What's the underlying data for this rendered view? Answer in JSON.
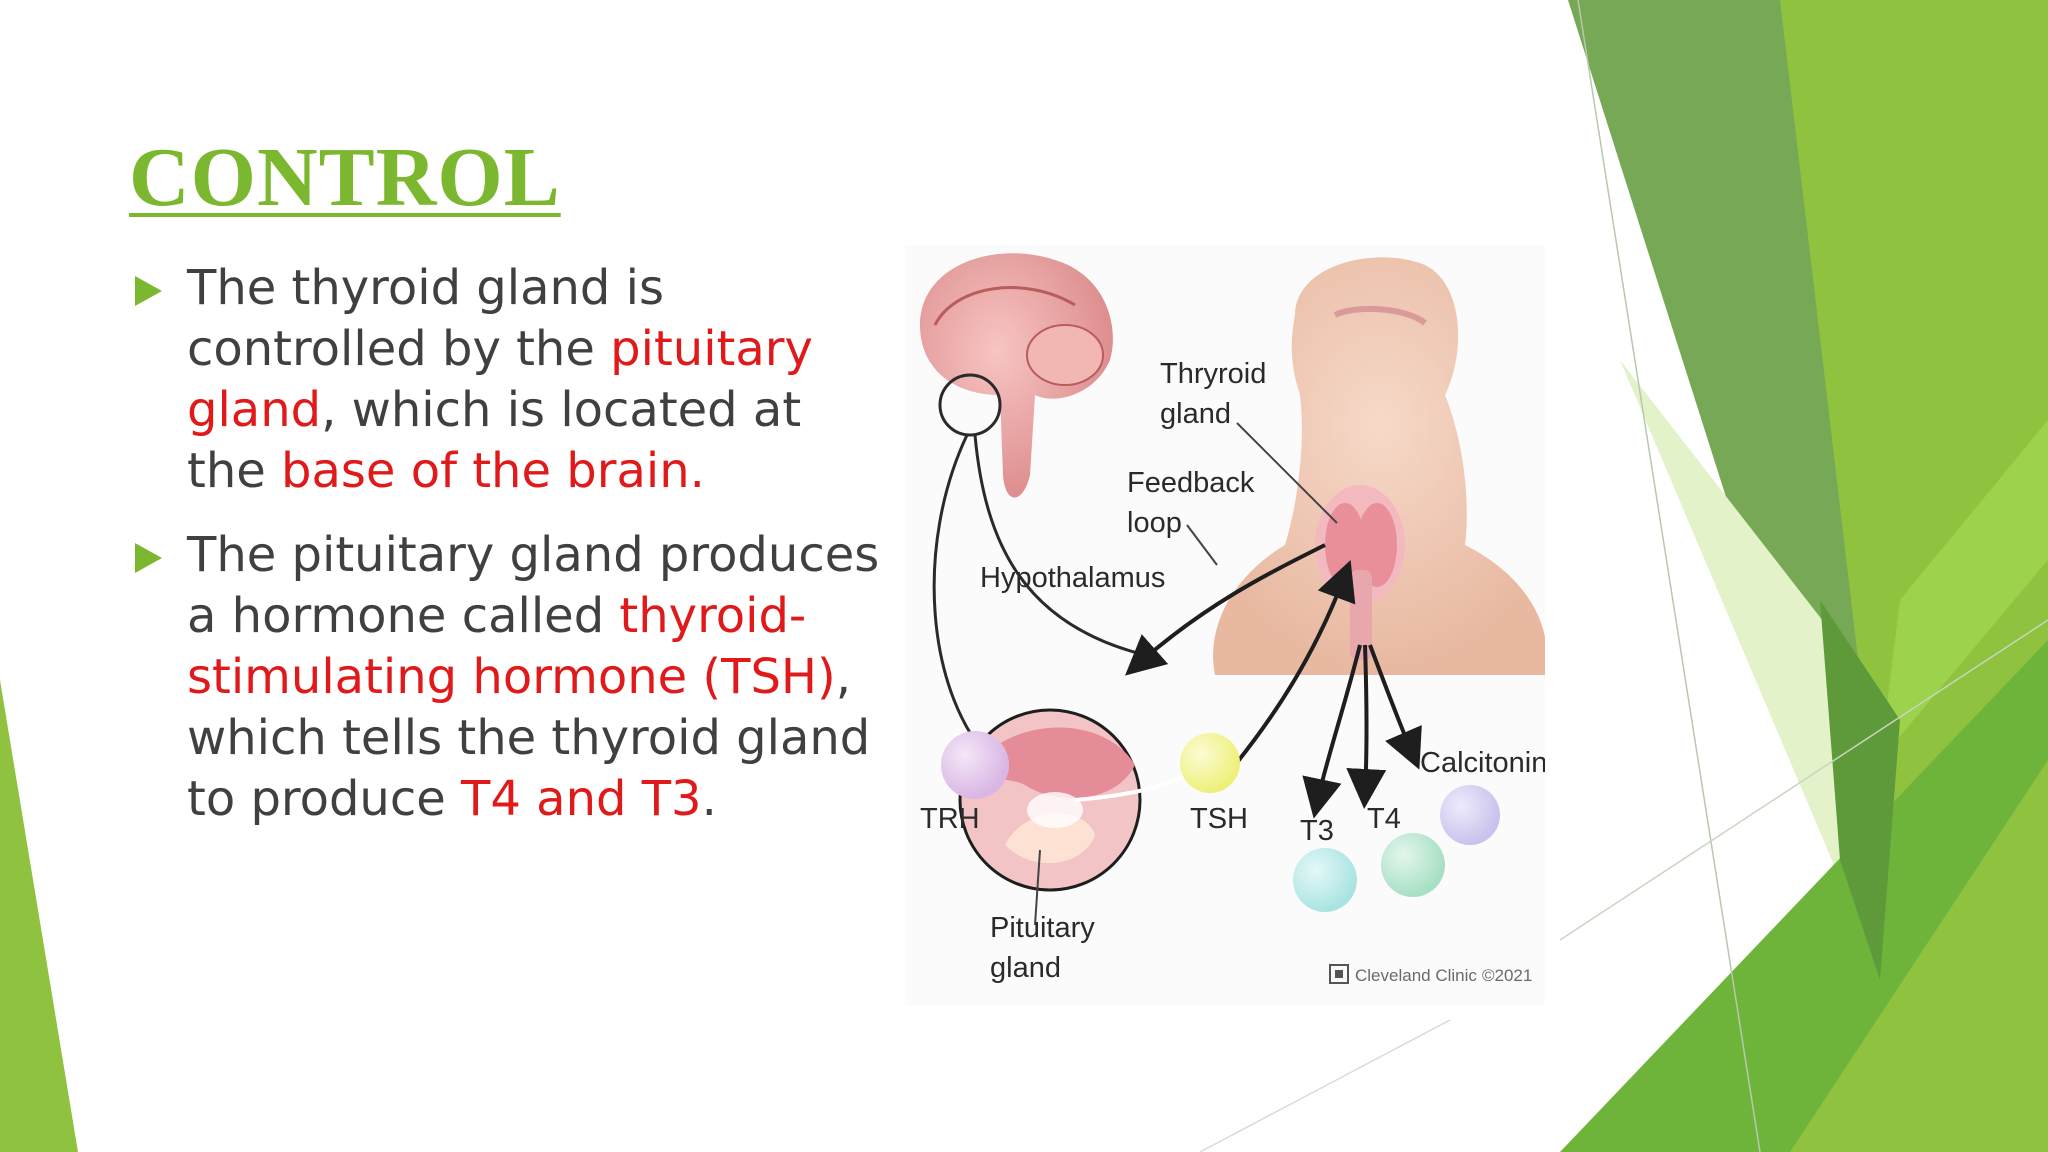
{
  "slide": {
    "title": "CONTROL",
    "bullets": [
      [
        {
          "text": "The thyroid gland is controlled by the ",
          "hl": false
        },
        {
          "text": "pituitary gland",
          "hl": true
        },
        {
          "text": ", which is located at the ",
          "hl": false
        },
        {
          "text": "base of the brain.",
          "hl": true
        }
      ],
      [
        {
          "text": "The pituitary gland produces a hormone called ",
          "hl": false
        },
        {
          "text": "thyroid-stimulating hormone (TSH)",
          "hl": true
        },
        {
          "text": ", which tells the thyroid gland to produce ",
          "hl": false
        },
        {
          "text": "T4 and T3",
          "hl": true
        },
        {
          "text": ".",
          "hl": false
        }
      ]
    ]
  },
  "figure": {
    "labels": {
      "thyroid_gland_1": "Thryroid",
      "thyroid_gland_2": "gland",
      "feedback_1": "Feedback",
      "feedback_2": "loop",
      "hypothalamus": "Hypothalamus",
      "trh": "TRH",
      "tsh": "TSH",
      "t3": "T3",
      "t4": "T4",
      "calcitonin": "Calcitonin",
      "pituitary_1": "Pituitary",
      "pituitary_2": "gland",
      "credit": "Cleveland Clinic",
      "copyright": "©2021"
    },
    "icons": [
      "brain-illustration",
      "neck-illustration",
      "thyroid-gland-illustration",
      "pituitary-zoom-circle",
      "hormone-sphere"
    ]
  },
  "colors": {
    "accent_green": "#7cb82f",
    "highlight_red": "#e01a1a",
    "body_text": "#404040",
    "trh_sphere": "#d9b6e3",
    "tsh_sphere": "#eef07a",
    "t3_sphere": "#a9e4e2",
    "t4_sphere": "#a7e0c4",
    "calcitonin_sphere": "#c9c2ec"
  }
}
